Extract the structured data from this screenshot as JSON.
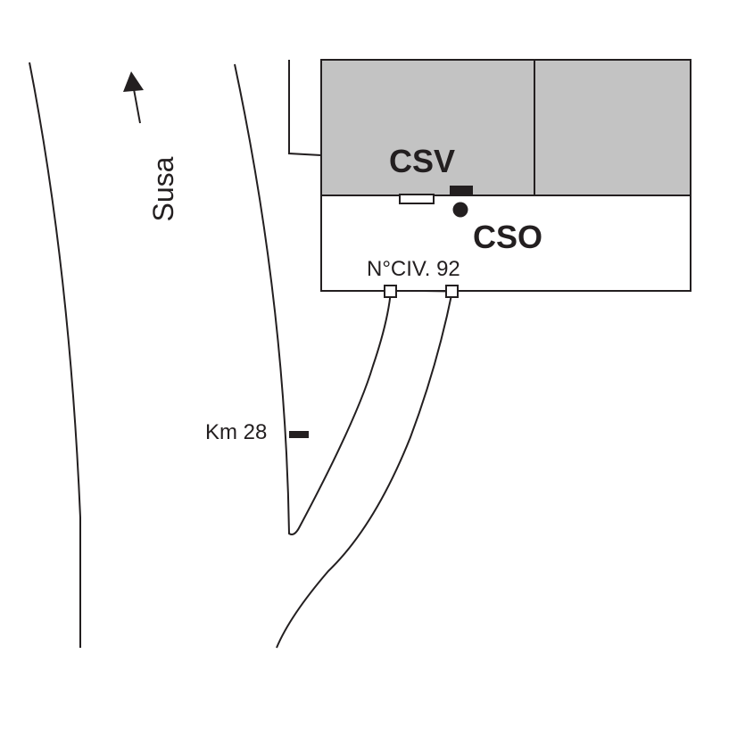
{
  "labels": {
    "direction": "Susa",
    "building_csv": "CSV",
    "building_cso": "CSO",
    "house_number": "N°CIV. 92",
    "kilometer_marker": "Km 28"
  },
  "colors": {
    "building_fill": "#c3c3c3",
    "line": "#231f20",
    "background": "#ffffff"
  },
  "icons": {
    "direction_arrow": "arrow-up-icon",
    "csv_marker": "filled-rectangle-icon",
    "cso_marker": "filled-circle-icon",
    "gate_posts": "hollow-square-icon",
    "km_marker": "filled-rectangle-icon"
  }
}
